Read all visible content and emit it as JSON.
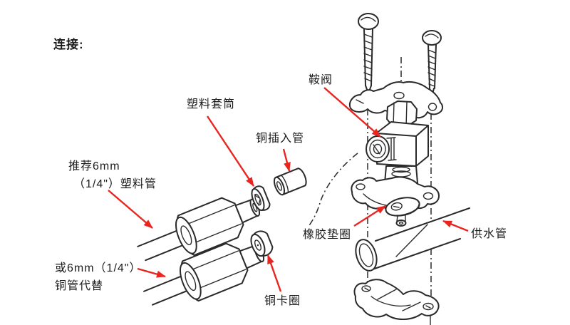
{
  "title": {
    "label": "连接:"
  },
  "colors": {
    "background": "#ffffff",
    "ink": "#2a2a2a",
    "arrow": "#e8251f",
    "text": "#1b1b1b"
  },
  "callouts": {
    "plastic_sleeve": "塑料套筒",
    "copper_insert_tube": "铜插入管",
    "saddle_valve": "鞍阀",
    "recommend_line1": "推荐6mm",
    "recommend_line2": "（1/4\"）塑料管",
    "alt_line1": "或6mm（1/4\"）",
    "alt_line2": "铜管代替",
    "rubber_washer": "橡胶垫圈",
    "copper_ferrule": "铜卡圈",
    "supply_pipe": "供水管"
  }
}
